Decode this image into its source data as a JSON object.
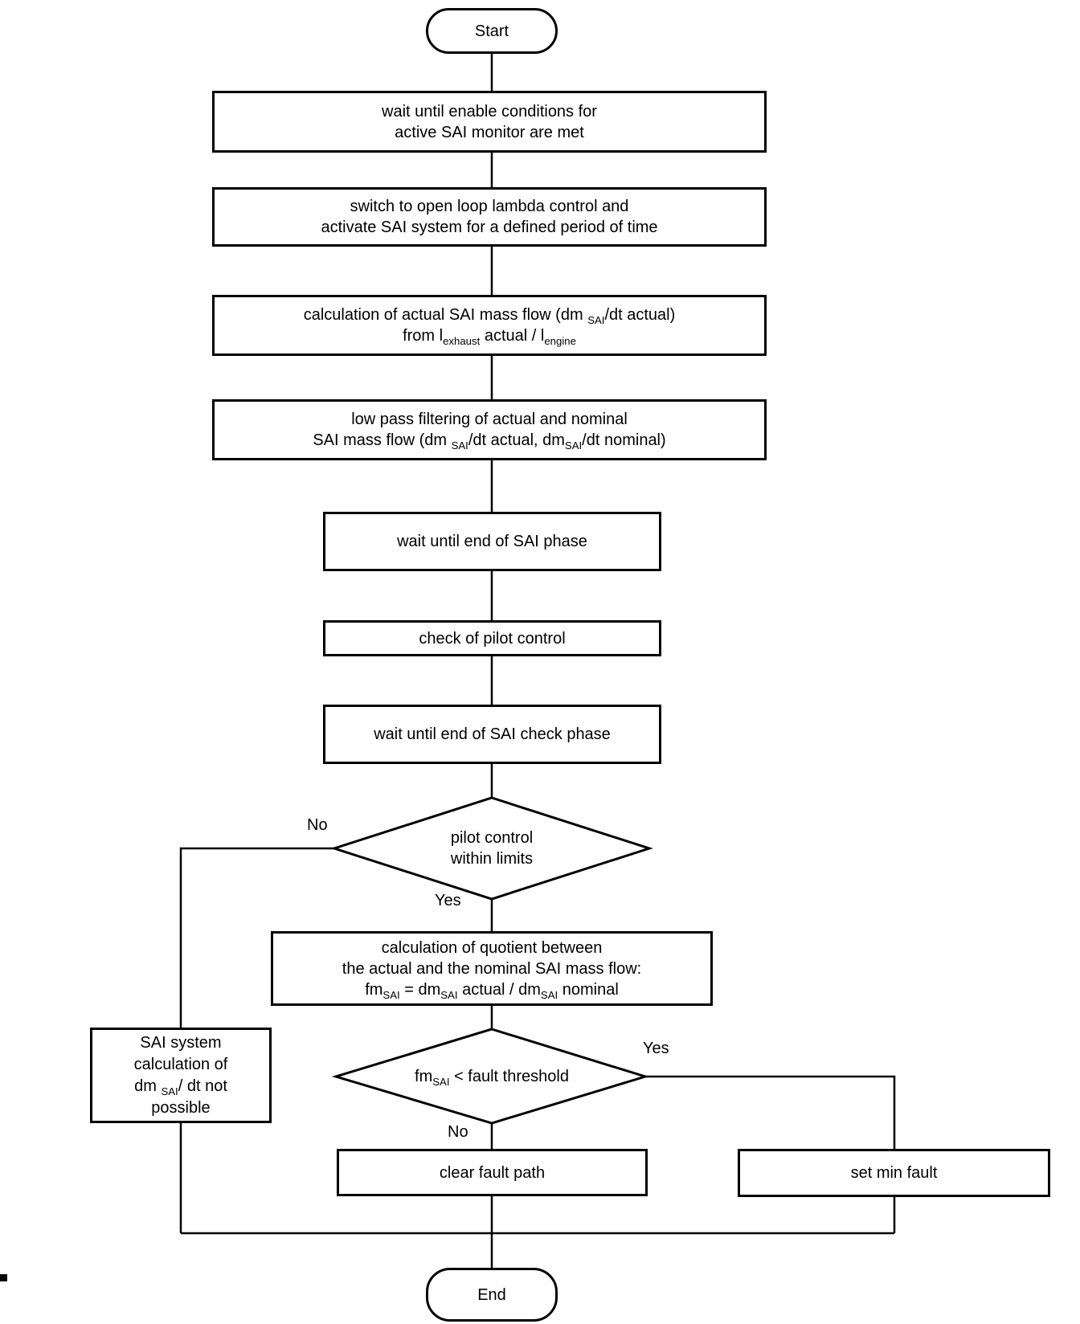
{
  "diagram": {
    "title_semantics": "SAI active monitor flowchart",
    "colors": {
      "ink": "#000000",
      "paper": "#ffffff"
    },
    "nodes": {
      "start": {
        "label": "Start"
      },
      "wait_enable": {
        "line1": "wait until enable conditions for",
        "line2": "active SAI monitor are met"
      },
      "switch_open_loop": {
        "line1": "switch to open loop lambda control and",
        "line2": "activate SAI system for a defined period of time"
      },
      "calc_actual_flow": {
        "line1": "calculation of actual SAI mass flow (dm _{SAI}/dt actual)",
        "line2": "from l_{exhaust} actual / l_{engine}"
      },
      "low_pass_filter": {
        "line1": "low pass filtering of actual and nominal",
        "line2": "SAI mass flow (dm _{SAI}/dt actual, dm_{SAI}/dt nominal)"
      },
      "wait_end_sai_phase": {
        "line1": "wait until end of SAI phase"
      },
      "check_pilot_control": {
        "line1": "check of pilot control"
      },
      "wait_end_check_phase": {
        "line1": "wait until end of SAI check phase"
      },
      "decision_pilot_within_limits": {
        "line1": "pilot control",
        "line2": "within limits"
      },
      "calc_quotient": {
        "line1": "calculation of quotient between",
        "line2": "the actual and the nominal SAI mass flow:",
        "line3": "fm_{SAI} = dm_{SAI} actual / dm_{SAI} nominal"
      },
      "sai_not_possible": {
        "line1": "SAI system",
        "line2": "calculation of",
        "line3": "dm _{SAI}/ dt not",
        "line4": "possible"
      },
      "decision_fault_threshold": {
        "line1": "fm_{SAI} < fault threshold"
      },
      "clear_fault_path": {
        "line1": "clear fault path"
      },
      "set_min_fault": {
        "line1": "set min fault"
      },
      "end": {
        "label": "End"
      }
    },
    "branch_labels": {
      "pilot_no": "No",
      "pilot_yes": "Yes",
      "threshold_yes": "Yes",
      "threshold_no": "No"
    }
  }
}
